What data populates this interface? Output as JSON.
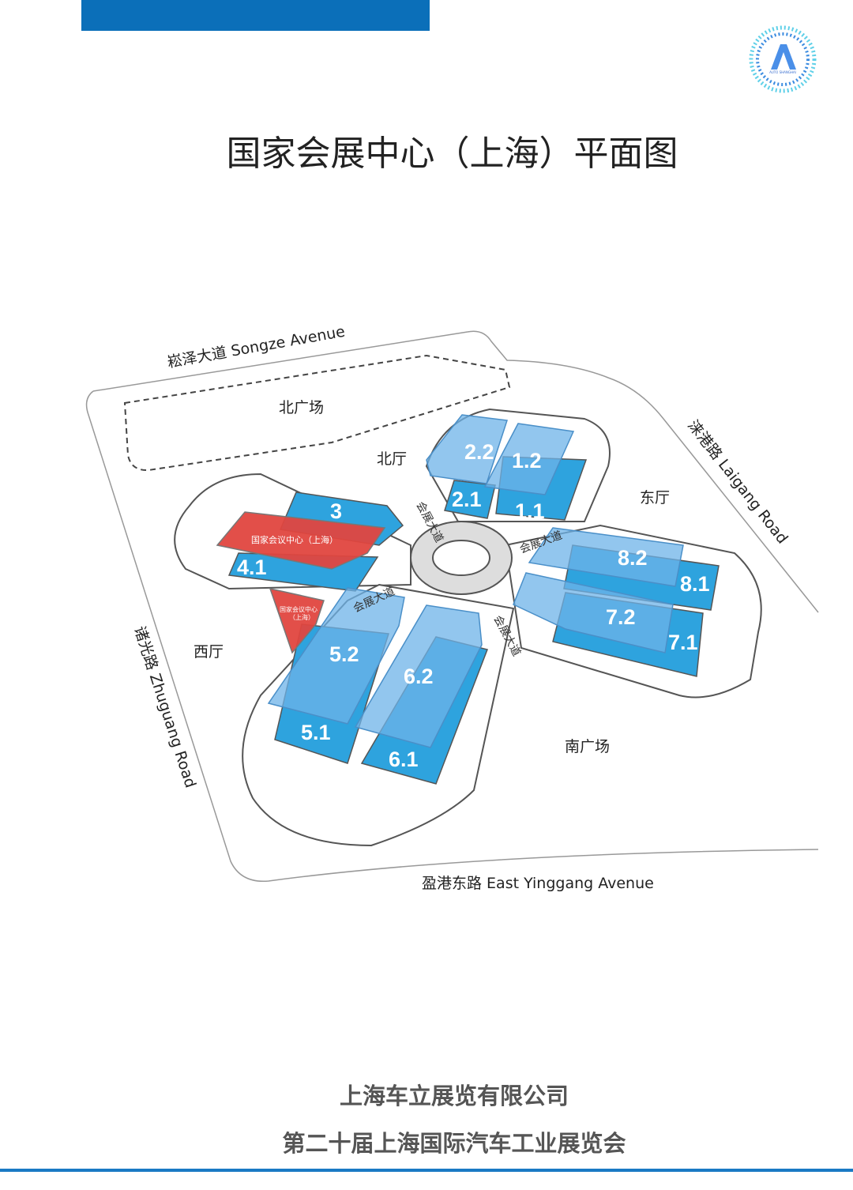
{
  "header": {
    "logo_text": "AUTO SHANGHAI",
    "title": "国家会展中心（上海）平面图"
  },
  "map": {
    "roads": {
      "north": "崧泽大道  Songze Avenue",
      "east": "涞港路  Laigang Road",
      "west": "诸光路  Zhuguang Road",
      "south": "盈港东路   East Yinggang Avenue"
    },
    "areas": {
      "north_plaza": "北广场",
      "south_plaza": "南广场",
      "north_hall": "北厅",
      "east_hall": "东厅",
      "west_hall": "西厅",
      "boulevard": "会展大道"
    },
    "conference": {
      "main": "国家会议中心（上海）",
      "small_line1": "国家会议中心",
      "small_line2": "（上海）"
    },
    "halls": [
      "1.1",
      "1.2",
      "2.1",
      "2.2",
      "3",
      "4.1",
      "5.1",
      "5.2",
      "6.1",
      "6.2",
      "7.1",
      "7.2",
      "8.1",
      "8.2"
    ],
    "colors": {
      "hall": "#2ea3de",
      "hall_upper": "#6db3e8",
      "conference": "#e0463f",
      "accent": "#0b6fb9"
    }
  },
  "footer": {
    "company": "上海车立展览有限公司",
    "event": "第二十届上海国际汽车工业展览会"
  }
}
